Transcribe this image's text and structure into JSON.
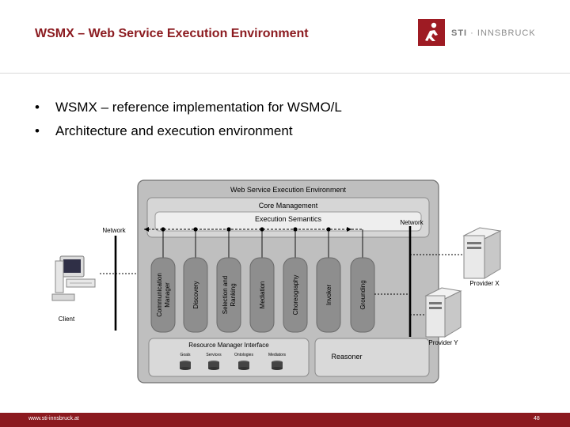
{
  "header": {
    "title": "WSMX – Web Service Execution Environment",
    "logo_text_bold": "STI",
    "logo_text_rest": " · INNSBRUCK"
  },
  "bullets": [
    "WSMX – reference implementation for WSMO/L",
    "Architecture and execution environment"
  ],
  "diagram": {
    "outer_title": "Web Service Execution Environment",
    "core_management": "Core Management",
    "execution_semantics": "Execution Semantics",
    "network_left": "Network",
    "network_right": "Network",
    "client": "Client",
    "provider_x": "Provider X",
    "provider_y": "Provider Y",
    "components": [
      [
        "Communication",
        "Manager"
      ],
      [
        "Discovery"
      ],
      [
        "Selection and",
        "Ranking"
      ],
      [
        "Mediation"
      ],
      [
        "Choreography"
      ],
      [
        "Invoker"
      ],
      [
        "Grounding"
      ]
    ],
    "resource_manager": "Resource Manager Interface",
    "repositories": [
      "Goals",
      "Services",
      "Ontologies",
      "Mediators"
    ],
    "reasoner": "Reasoner"
  },
  "footer": {
    "url": "www.sti-innsbruck.at",
    "page": "48"
  },
  "colors": {
    "brand": "#8b1a1f",
    "panel": "#bdbdbd",
    "component": "#8e8e8e"
  }
}
